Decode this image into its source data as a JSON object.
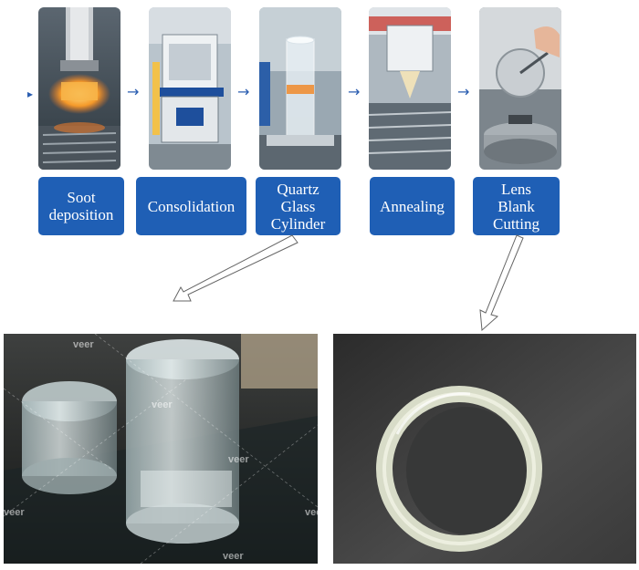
{
  "steps": [
    {
      "label": "Soot\ndeposition",
      "image": "soot-deposition-machine"
    },
    {
      "label": "Consolidation",
      "image": "consolidation-furnace"
    },
    {
      "label": "Quartz\nGlass\nCylinder",
      "image": "quartz-glass-cylinder"
    },
    {
      "label": "Annealing",
      "image": "annealing-machine"
    },
    {
      "label": "Lens\nBlank\nCutting",
      "image": "lens-blank-cutting"
    }
  ],
  "flow_arrow_glyph": "→",
  "photos": {
    "left": {
      "subject": "clear-quartz-glass-blocks",
      "watermarks": [
        "veer",
        "veer",
        "veer",
        "veer",
        "veer",
        "veer"
      ]
    },
    "right": {
      "subject": "quartz-lens-blank-ring"
    }
  },
  "colors": {
    "label_bg": "#1f5fb5",
    "label_text": "#ffffff",
    "arrow": "#2a5db0"
  }
}
